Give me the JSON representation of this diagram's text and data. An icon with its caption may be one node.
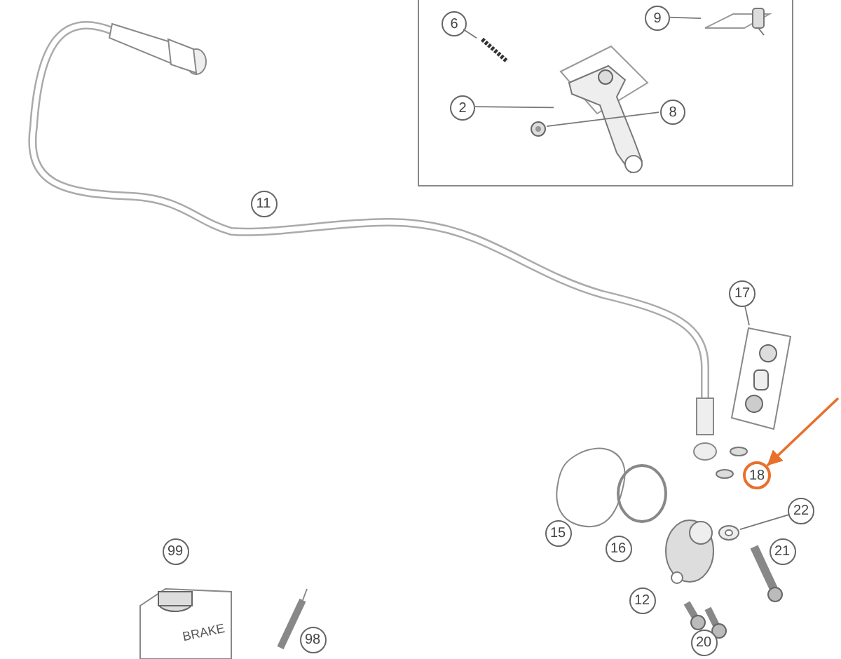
{
  "diagram": {
    "nodes": [
      {
        "text": [],
        "shape": "box"
      },
      {
        "text": [
          "9"
        ],
        "in": 0
      },
      {
        "text": [],
        "shape": "picture",
        "in": 0
      },
      {
        "text": [
          "6"
        ],
        "in": 0
      },
      {
        "text": [],
        "shape": "picture",
        "in": 0
      },
      {
        "text": [
          "2"
        ],
        "in": 0
      },
      {
        "text": [],
        "shape": "picture",
        "in": 0
      },
      {
        "text": [
          "8"
        ],
        "in": 0
      },
      {
        "text": [],
        "shape": "picture",
        "in": 0
      },
      {
        "text": [
          "17"
        ]
      },
      {
        "text": [],
        "shape": "picture"
      },
      {
        "text": [
          "18"
        ]
      },
      {
        "text": [
          "22"
        ]
      },
      {
        "text": [],
        "shape": "picture"
      },
      {
        "text": [
          "11"
        ]
      },
      {
        "text": [
          "15"
        ]
      },
      {
        "text": [
          "16"
        ]
      },
      {
        "text": [
          "21"
        ]
      },
      {
        "text": [
          "12"
        ]
      },
      {
        "text": [
          "20"
        ]
      },
      {
        "text": [
          "99"
        ]
      },
      {
        "text": [
          "98"
        ]
      }
    ],
    "edges": [
      {
        "from": 1,
        "to": 2,
        "arrow": "none"
      },
      {
        "from": 3,
        "to": 4,
        "arrow": "none"
      },
      {
        "from": 5,
        "to": 6,
        "arrow": "none"
      },
      {
        "from": 7,
        "to": 8,
        "arrow": "none"
      },
      {
        "from": 9,
        "to": 10,
        "arrow": "none"
      },
      {
        "from": 12,
        "to": 13,
        "arrow": "none"
      },
      {
        "from": null,
        "to": 11,
        "arrow": "to",
        "color": "#e8702a"
      }
    ],
    "labels": [
      "BRAKE"
    ]
  }
}
